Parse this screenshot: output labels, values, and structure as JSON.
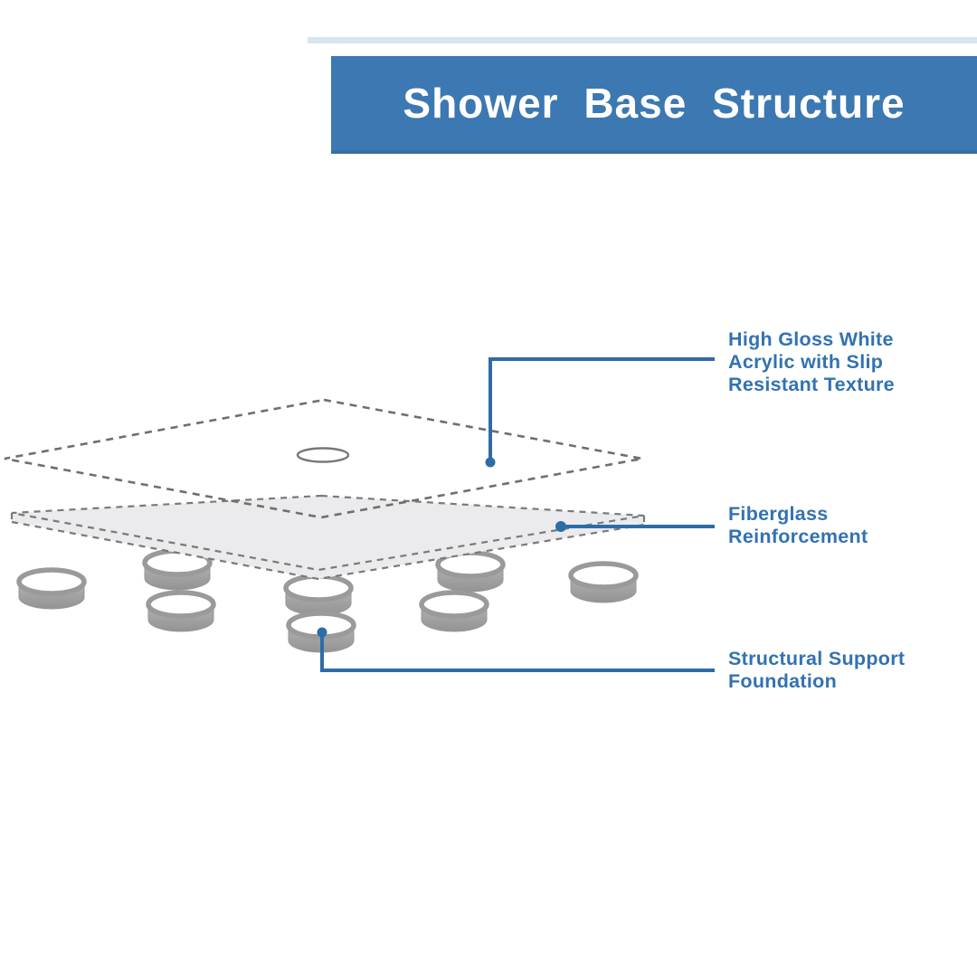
{
  "header": {
    "title": "Shower Base Structure"
  },
  "annotations": [
    {
      "id": "acrylic-layer",
      "text": "High Gloss White\nAcrylic with Slip\nResistant Texture"
    },
    {
      "id": "fiberglass-layer",
      "text": "Fiberglass\nReinforcement"
    },
    {
      "id": "support-foundation",
      "text": "Structural Support\nFoundation"
    }
  ],
  "diagram": {
    "layers": [
      {
        "name": "High Gloss White Acrylic with Slip Resistant Texture",
        "depiction": "dashed-outline diamond panel with oval drain hole"
      },
      {
        "name": "Fiberglass Reinforcement",
        "depiction": "light gray slab with dashed edges"
      },
      {
        "name": "Structural Support Foundation",
        "depiction": "gray cylindrical support rings under the base"
      }
    ],
    "support_ring_count": 8,
    "drain_hole": "oval drain outline near center of acrylic layer"
  },
  "colors": {
    "banner_bg": "#3c78b2",
    "banner_text": "#ffffff",
    "label_text": "#3272b2",
    "connector": "#2e6ca8",
    "slab_fill": "#ebebed",
    "dash_gray": "#6f6f6f",
    "ring_gray": "#a7a7a7",
    "background": "#ffffff"
  }
}
